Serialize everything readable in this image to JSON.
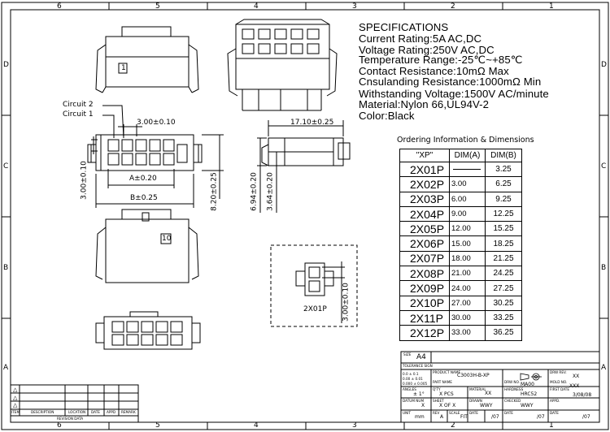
{
  "border": {
    "columns": [
      "6",
      "5",
      "4",
      "3",
      "2",
      "1"
    ],
    "rows": [
      "D",
      "C",
      "B",
      "A"
    ]
  },
  "specifications": {
    "title": "SPECIFICATIONS",
    "lines": [
      "Current Rating:5A AC,DC",
      "Voltage Rating:250V AC,DC",
      "Temperature Range:-25℃~+85℃",
      "Contact Resistance:10mΩ Max",
      "Cnsulanding Resistance:1000mΩ Min",
      "Withstanding Voltage:1500V AC/minute",
      "Material:Nylon 66,UL94V-2",
      "Color:Black"
    ]
  },
  "ordering": {
    "title": "Ordering Information & Dimensions",
    "headers": [
      "\"XP\"",
      "DIM(A)",
      "DIM(B)"
    ],
    "rows": [
      {
        "part": "2X01P",
        "a": "",
        "b": "3.25"
      },
      {
        "part": "2X02P",
        "a": "3.00",
        "b": "6.25"
      },
      {
        "part": "2X03P",
        "a": "6.00",
        "b": "9.25"
      },
      {
        "part": "2X04P",
        "a": "9.00",
        "b": "12.25"
      },
      {
        "part": "2X05P",
        "a": "12.00",
        "b": "15.25"
      },
      {
        "part": "2X06P",
        "a": "15.00",
        "b": "18.25"
      },
      {
        "part": "2X07P",
        "a": "18.00",
        "b": "21.25"
      },
      {
        "part": "2X08P",
        "a": "21.00",
        "b": "24.25"
      },
      {
        "part": "2X09P",
        "a": "24.00",
        "b": "27.25"
      },
      {
        "part": "2X10P",
        "a": "27.00",
        "b": "30.25"
      },
      {
        "part": "2X11P",
        "a": "30.00",
        "b": "33.25"
      },
      {
        "part": "2X12P",
        "a": "33.00",
        "b": "36.25"
      }
    ]
  },
  "dimensions": {
    "circuit2": "Circuit 2",
    "circuit1": "Circuit 1",
    "pitch": "3.00±0.10",
    "dim_a": "A±0.20",
    "dim_b": "B±0.25",
    "height_left": "3.00±0.10",
    "height_total": "8.20±0.25",
    "side_length": "17.10±0.25",
    "side_h1": "6.94±0.20",
    "side_h2": "3.64±0.20",
    "detail_label": "2X01P",
    "detail_dim": "3.00±0.10",
    "pin_marks": [
      "1",
      "10"
    ]
  },
  "title_block": {
    "size_label": "SIZE",
    "size_value": "A4",
    "tolerance_label": "TOLERANCE SIGN",
    "tolerances": [
      "0.0   ± 0.1",
      "0.00  ± 0.01",
      "0.000 ± 0.005"
    ],
    "angles_label": "ANGLES",
    "angles_value": "± 1°",
    "product_name_label": "PRODUCT NAME",
    "product_name": "C3003H-B-XP",
    "part_name_label": "PART NAME",
    "drw_no_label": "DRW NO.",
    "drw_no": "MA00",
    "drw_rev_label": "DRW REV.",
    "drw_rev": "XX",
    "mold_no_label": "MOLD NO.",
    "mold_no": "XXX",
    "qty_label": "Q'TY",
    "qty": "X PCS",
    "material_label": "MATERIAL",
    "material": "XX",
    "hardness_label": "HARDNESS",
    "hardness": "HRC52",
    "first_date_label": "FIRST DATE",
    "first_date": "3/08/08",
    "datum_label": "DATUM NUM",
    "datum": "X",
    "sheet_label": "SHEET",
    "sheet": "X  OF  X",
    "drawn_label": "DRAWN",
    "drawn": "WWY",
    "checked_label": "CHECKED",
    "checked": "WWY",
    "appd_label": "APPD.",
    "unit_label": "UNIT",
    "unit": "mm",
    "rev_label": "REV",
    "rev": "A",
    "scale_label": "SCALE",
    "scale": "FIT",
    "date_label": "DATE",
    "date_value": "/07"
  },
  "revision": {
    "headers": [
      "ITEM",
      "DESCRIPTION",
      "LOCATION",
      "DATE",
      "APPD",
      "REMARK"
    ],
    "title": "REVISION DATA"
  }
}
